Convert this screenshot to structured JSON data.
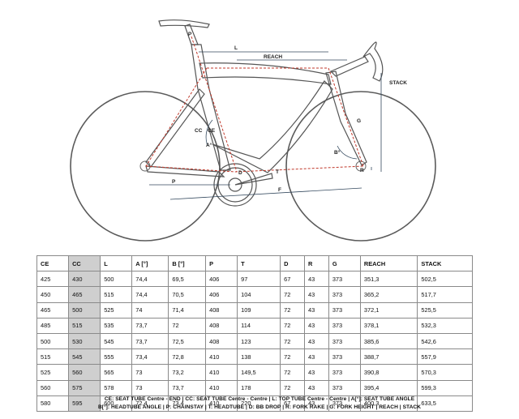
{
  "diagram": {
    "labels": {
      "P": "P",
      "L": "L",
      "REACH": "REACH",
      "STACK": "STACK",
      "CC": "CC",
      "CE": "CE",
      "A": "A°",
      "B": "B°",
      "G": "G",
      "R": "R",
      "D": "D",
      "T": "T",
      "F": "F",
      "P2": "P"
    }
  },
  "table": {
    "headers": [
      "CE",
      "CC",
      "L",
      "A [°]",
      "B [°]",
      "P",
      "T",
      "D",
      "R",
      "G",
      "REACH",
      "STACK"
    ],
    "rows": [
      [
        "425",
        "430",
        "500",
        "74,4",
        "69,5",
        "406",
        "97",
        "67",
        "43",
        "373",
        "351,3",
        "502,5"
      ],
      [
        "450",
        "465",
        "515",
        "74,4",
        "70,5",
        "406",
        "104",
        "72",
        "43",
        "373",
        "365,2",
        "517,7"
      ],
      [
        "465",
        "500",
        "525",
        "74",
        "71,4",
        "408",
        "109",
        "72",
        "43",
        "373",
        "372,1",
        "525,5"
      ],
      [
        "485",
        "515",
        "535",
        "73,7",
        "72",
        "408",
        "114",
        "72",
        "43",
        "373",
        "378,1",
        "532,3"
      ],
      [
        "500",
        "530",
        "545",
        "73,7",
        "72,5",
        "408",
        "123",
        "72",
        "43",
        "373",
        "385,6",
        "542,6"
      ],
      [
        "515",
        "545",
        "555",
        "73,4",
        "72,8",
        "410",
        "138",
        "72",
        "43",
        "373",
        "388,7",
        "557,9"
      ],
      [
        "525",
        "560",
        "565",
        "73",
        "73,2",
        "410",
        "149,5",
        "72",
        "43",
        "373",
        "390,8",
        "570,3"
      ],
      [
        "560",
        "575",
        "578",
        "73",
        "73,7",
        "410",
        "178",
        "72",
        "43",
        "373",
        "395,4",
        "599,3"
      ],
      [
        "580",
        "595",
        "600",
        "72,4",
        "73,4",
        "410",
        "220",
        "67",
        "43",
        "373",
        "400,3",
        "633,5"
      ]
    ]
  },
  "legend": {
    "line1": "CE: SEAT TUBE Centre - END | CC: SEAT TUBE Centre - Centre | L: TOP TUBE Centre - Centre | A[°]: SEAT TUBE ANGLE",
    "line2": "B[°]: HEADTUBE ANGLE | P: CHAINSTAY | T: HEADTUBE | D: BB DROP | R: FORK RAKE | G: FORK HEIGHT | REACH | STACK"
  },
  "colors": {
    "frame": "#555555",
    "dim_red": "#c0392b",
    "dim_blue": "#34495e",
    "highlight": "#cfcfcf"
  }
}
